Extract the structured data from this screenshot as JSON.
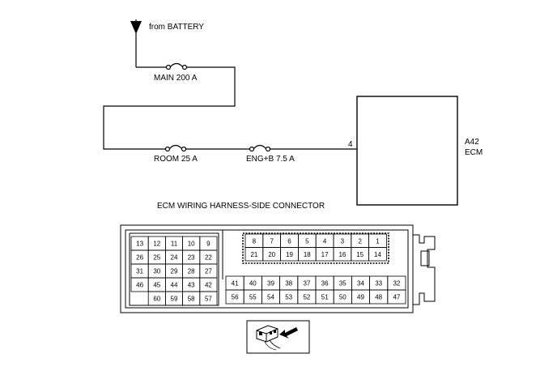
{
  "labels": {
    "from_battery": "from BATTERY",
    "main_fuse": "MAIN 200 A",
    "room_fuse": "ROOM 25 A",
    "engb_fuse": "ENG+B 7.5 A",
    "ecm_pin": "4",
    "ecm_code": "A42",
    "ecm_name": "ECM",
    "connector_title": "ECM WIRING HARNESS-SIDE CONNECTOR"
  },
  "connector": {
    "left_block": [
      [
        "13",
        "12",
        "11",
        "10",
        "9"
      ],
      [
        "26",
        "25",
        "24",
        "23",
        "22"
      ],
      [
        "31",
        "30",
        "29",
        "28",
        "27"
      ],
      [
        "46",
        "45",
        "44",
        "43",
        "42"
      ],
      [
        "",
        "60",
        "59",
        "58",
        "57"
      ]
    ],
    "inner_block": [
      [
        "8",
        "7",
        "6",
        "5",
        "4",
        "3",
        "2",
        "1"
      ],
      [
        "21",
        "20",
        "19",
        "18",
        "17",
        "16",
        "15",
        "14"
      ]
    ],
    "right_block": [
      [
        "41",
        "40",
        "39",
        "38",
        "37",
        "36",
        "35",
        "34",
        "33",
        "32"
      ],
      [
        "56",
        "55",
        "54",
        "53",
        "52",
        "51",
        "50",
        "49",
        "48",
        "47"
      ]
    ]
  }
}
